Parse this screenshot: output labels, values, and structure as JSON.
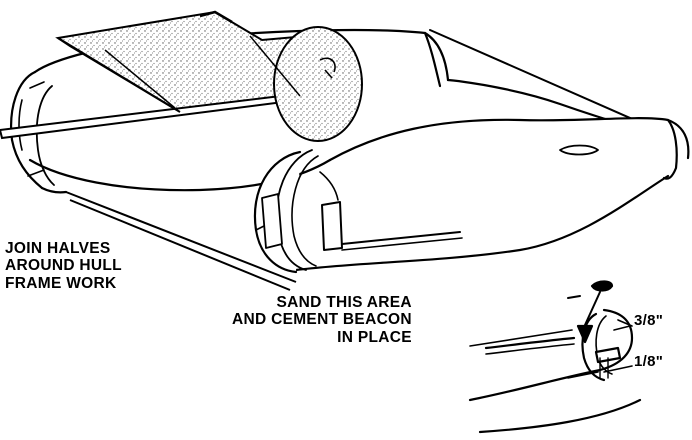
{
  "figure": {
    "labels": {
      "join_halves": [
        "JOIN HALVES",
        "AROUND HULL",
        "FRAME WORK"
      ],
      "sand_area": [
        "SAND THIS AREA",
        "AND CEMENT BEACON",
        "IN PLACE"
      ],
      "dim_top": "3/8\"",
      "dim_bottom": "1/8\""
    },
    "colors": {
      "ink": "#000000",
      "paper": "#ffffff",
      "frame_fill": "#e6e6e6"
    }
  }
}
